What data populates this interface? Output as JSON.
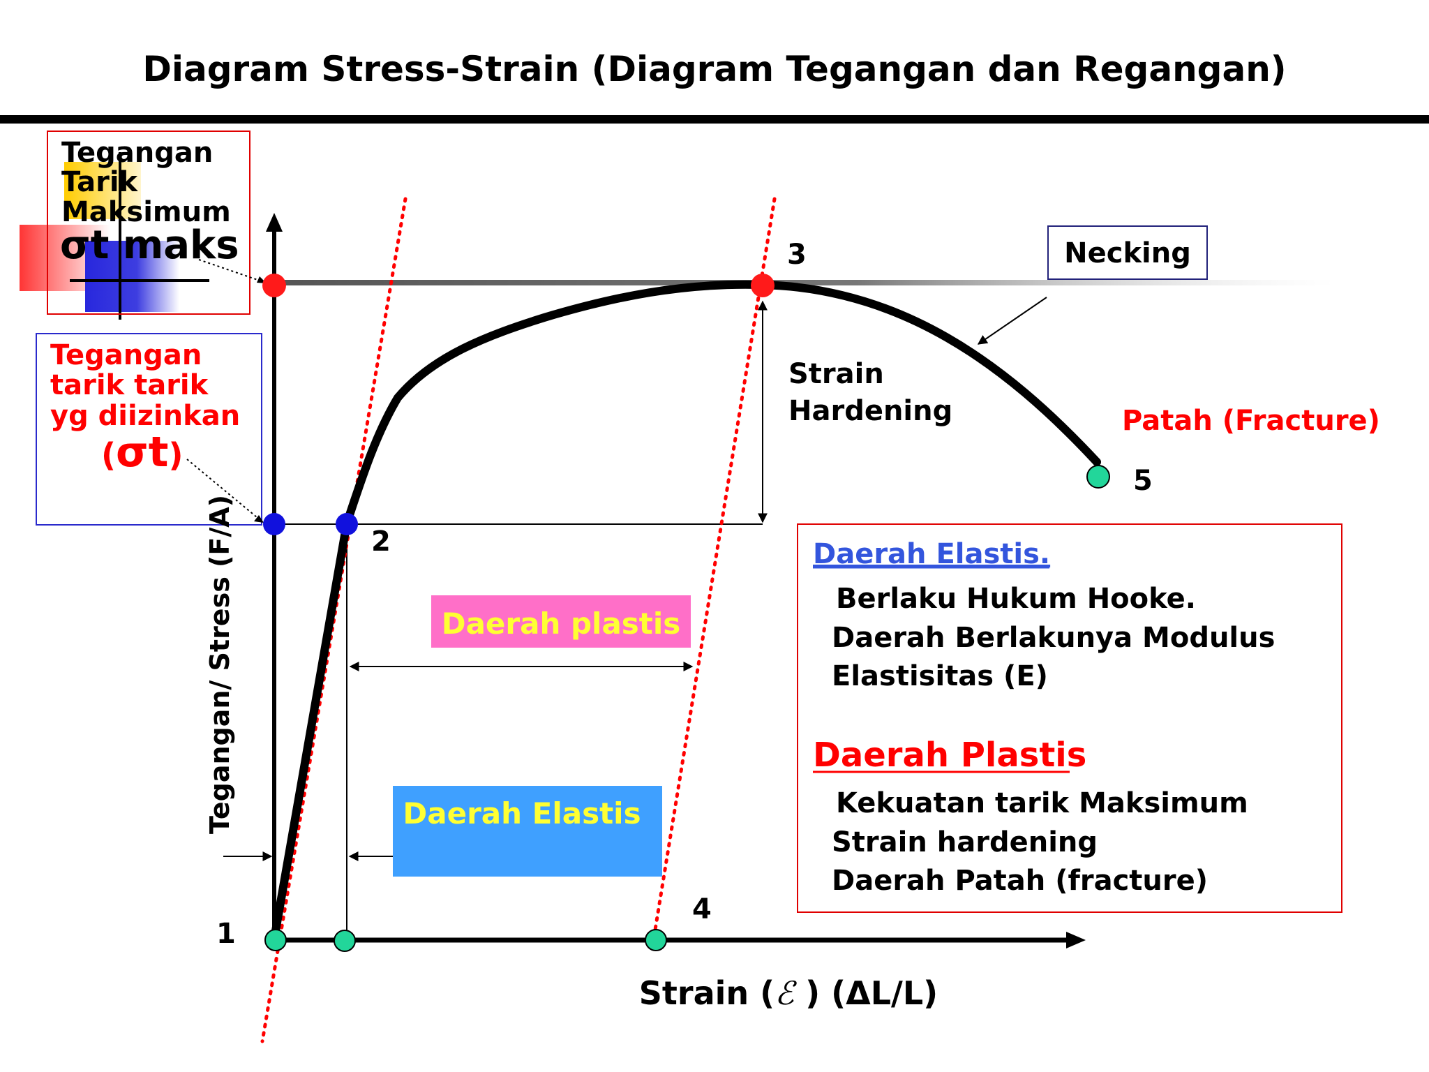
{
  "title": "Diagram Stress-Strain (Diagram Tegangan dan Regangan)",
  "y_axis_label": "Tegangan/ Stress (F/A)",
  "x_axis_label": {
    "before": "Strain (",
    "epsilon": "ℰ",
    "after": " ) (ΔL/L)"
  },
  "ultimate_box": {
    "line1": "Tegangan",
    "line2": "Tarik",
    "line3": "Maksimum",
    "symbol": "σt maks"
  },
  "allowable_box": {
    "line1": "Tegangan",
    "line2": "tarik tarik",
    "line3": "yg diizinkan",
    "symbol_open": "(",
    "symbol": "σt",
    "symbol_close": ")"
  },
  "necking_label": "Necking",
  "strain_hardening": {
    "line1": "Strain",
    "line2": "Hardening"
  },
  "fracture_label": "Patah (Fracture)",
  "points": {
    "p1": "1",
    "p2": "2",
    "p3": "3",
    "p4": "4",
    "p5": "5"
  },
  "plastic_region_label": "Daerah plastis",
  "elastic_region_label": "Daerah Elastis",
  "info_box": {
    "elastic_heading": "Daerah Elastis.",
    "elastic_lines": [
      "Berlaku Hukum Hooke.",
      "Daerah Berlakunya Modulus",
      "Elastisitas (E)"
    ],
    "plastic_heading": "Daerah Plastis",
    "plastic_lines": [
      "Kekuatan tarik Maksimum",
      "Strain hardening",
      "Daerah Patah (fracture)"
    ]
  },
  "colors": {
    "red": "#ff0000",
    "blue_heading": "#3355dd",
    "plastic_label_bg": "#ff6fc8",
    "elastic_label_bg": "#3fa0ff",
    "label_text_yellow": "#ffff33",
    "point_green": "#22d69a",
    "point_red": "#ff1a1a",
    "point_blue": "#1111dd",
    "navy_border": "#22227a"
  }
}
